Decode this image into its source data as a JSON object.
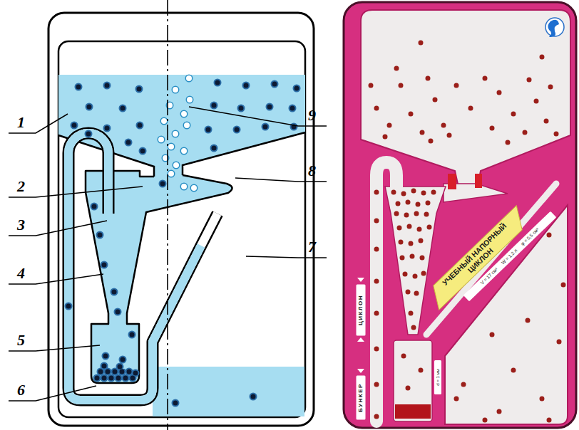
{
  "diagram": {
    "nodes": [
      {
        "text": [
          "УЧЕБНЫЙ НАПОРНЫЙ ЦИКЛОН"
        ]
      },
      {
        "text": [
          "V = 17 см³",
          "W = 1,2 л",
          "φ = 5,5 см³"
        ]
      },
      {
        "text": [
          "ЦИКЛОН"
        ]
      },
      {
        "text": [
          "БУНКЕР"
        ]
      },
      {
        "text": [
          "d = 1 мм"
        ]
      }
    ],
    "labels": [
      "1",
      "2",
      "3",
      "4",
      "5",
      "6",
      "7",
      "8",
      "9"
    ]
  }
}
